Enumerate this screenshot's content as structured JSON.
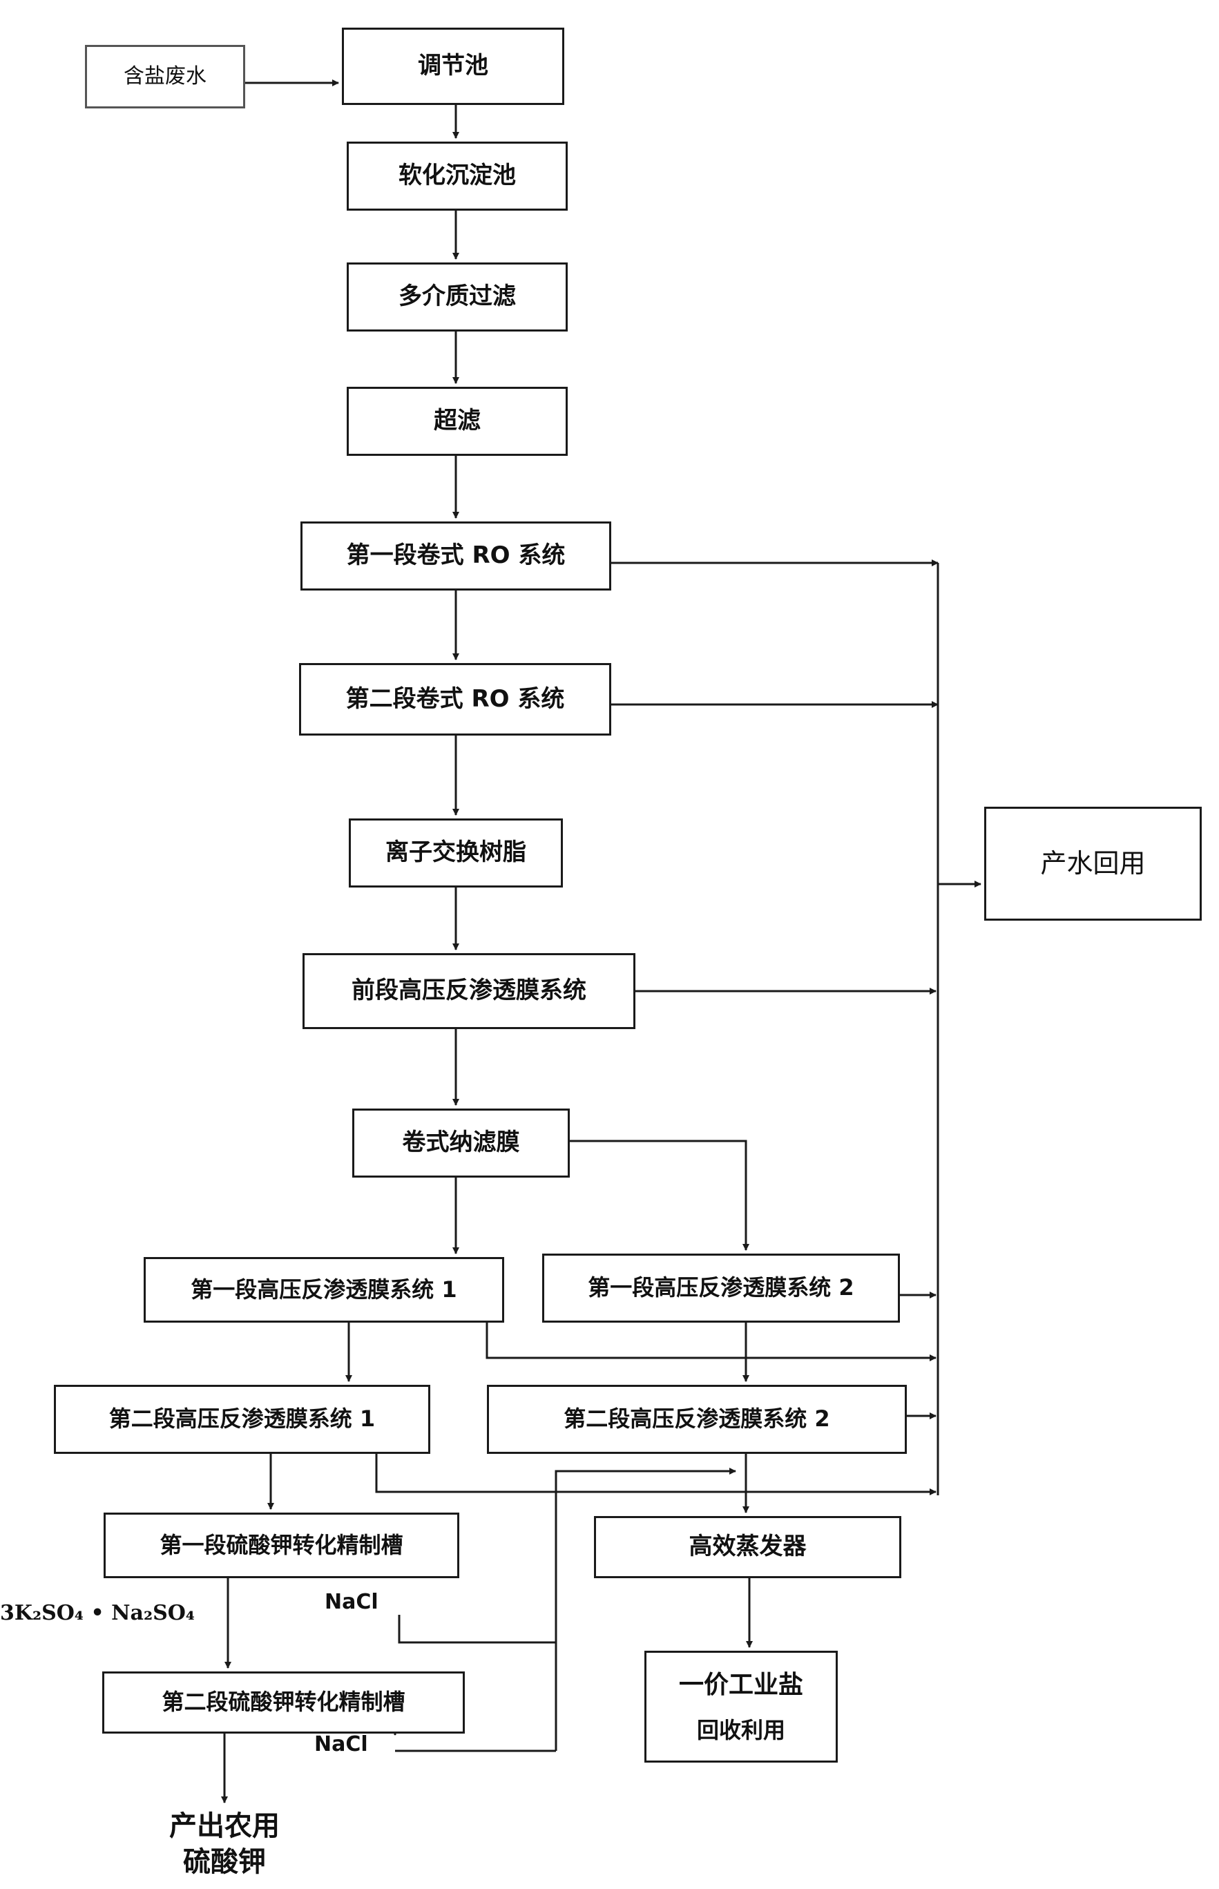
{
  "nodes": {
    "salt_wastewater": "含盐废水",
    "equalization_tank": "调节池",
    "softening_sedimentation": "软化沉淀池",
    "multimedia_filter": "多介质过滤",
    "ultrafiltration": "超滤",
    "ro_stage1": "第一段卷式 RO 系统",
    "ro_stage2": "第二段卷式 RO 系统",
    "ion_exchange": "离子交换树脂",
    "pre_hp_ro": "前段高压反渗透膜系统",
    "nanofiltration": "卷式纳滤膜",
    "hp_ro_1_1": "第一段高压反渗透膜系统 1",
    "hp_ro_1_2": "第一段高压反渗透膜系统 2",
    "hp_ro_2_1": "第二段高压反渗透膜系统 1",
    "hp_ro_2_2": "第二段高压反渗透膜系统 2",
    "k2so4_stage1": "第一段硫酸钾转化精制槽",
    "k2so4_stage2": "第二段硫酸钾转化精制槽",
    "evaporator": "高效蒸发器",
    "industrial_salt_line1": "一价工业盐",
    "industrial_salt_line2": "回收利用",
    "water_reuse": "产水回用",
    "product_line1": "产出农用",
    "product_line2": "硫酸钾"
  },
  "labels": {
    "double_salt": "3K₂SO₄ • Na₂SO₄",
    "nacl_1": "NaCl",
    "nacl_2": "NaCl"
  }
}
